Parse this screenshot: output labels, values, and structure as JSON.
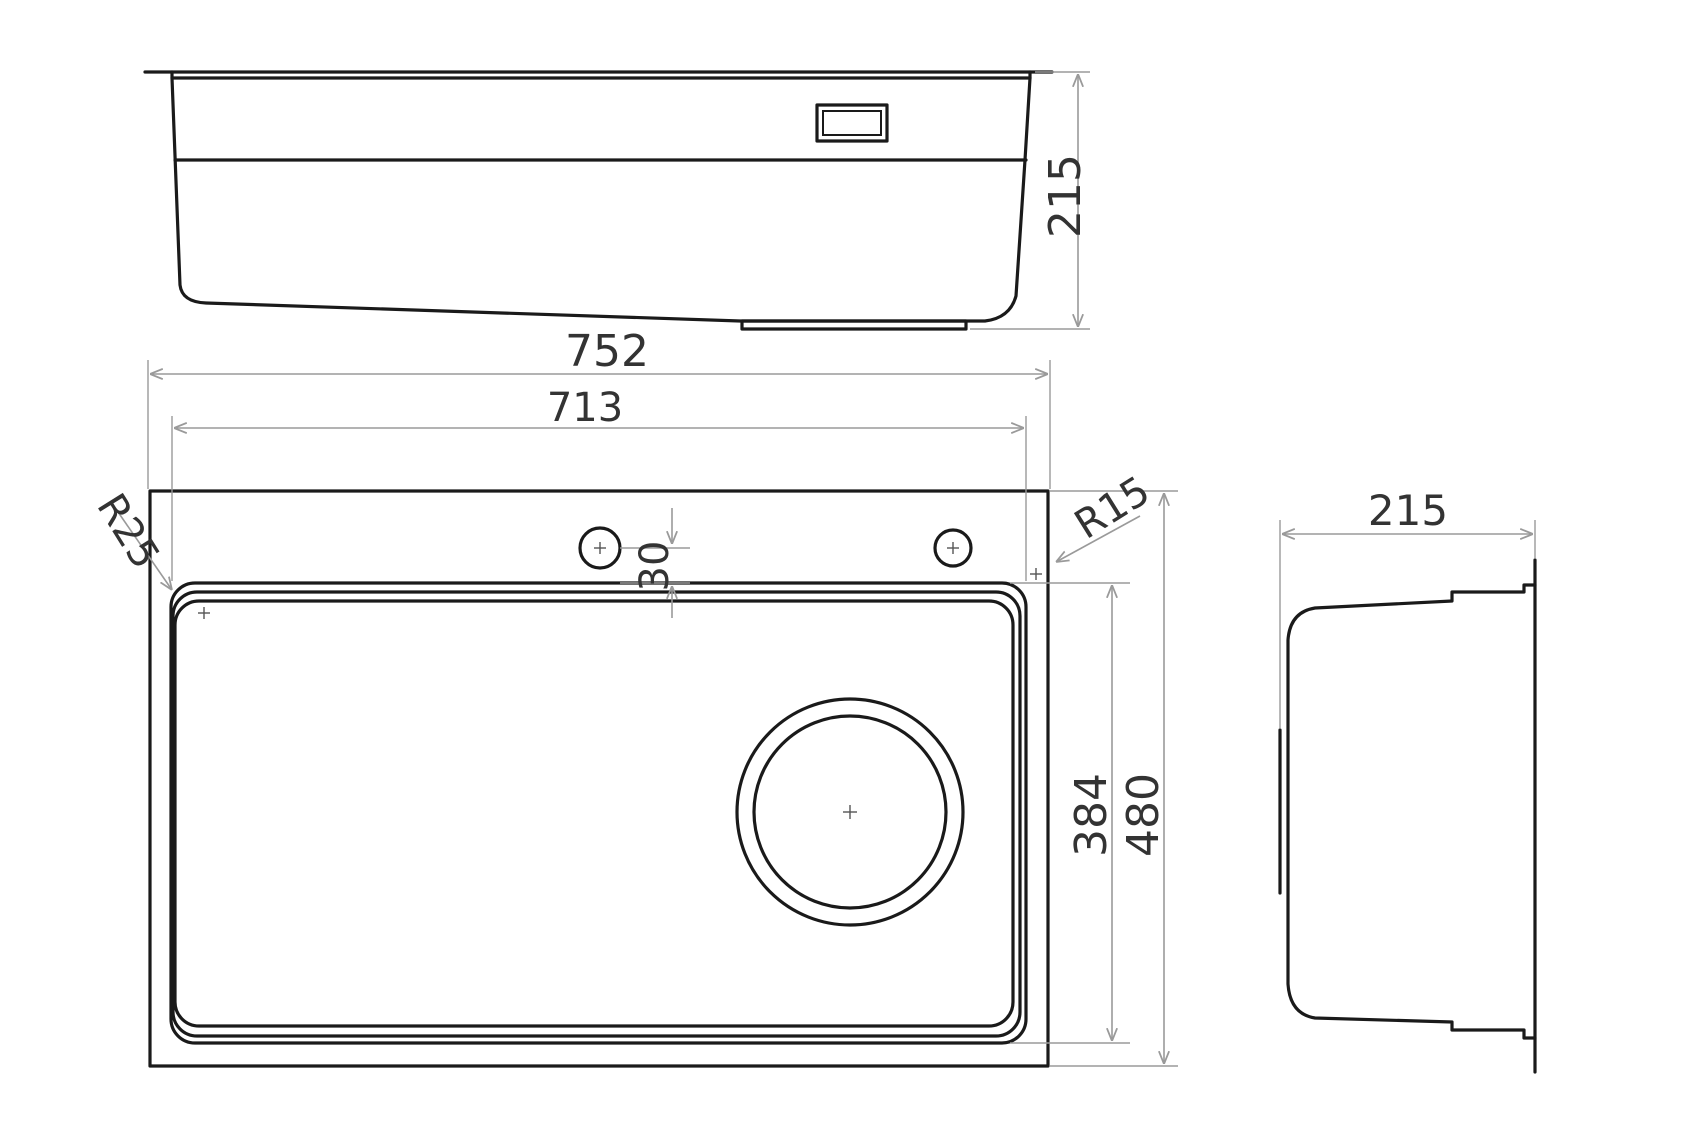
{
  "drawing": {
    "line_color": "#1a1a1a",
    "dimension_color": "#9a9a9a",
    "dimensions": {
      "depth_front": "215",
      "overall_width": "752",
      "inner_width": "713",
      "corner_radius_left": "R25",
      "corner_radius_right": "R15",
      "tap_hole_offset": "30",
      "bowl_depth_length": "384",
      "overall_length": "480",
      "side_width": "215"
    }
  }
}
